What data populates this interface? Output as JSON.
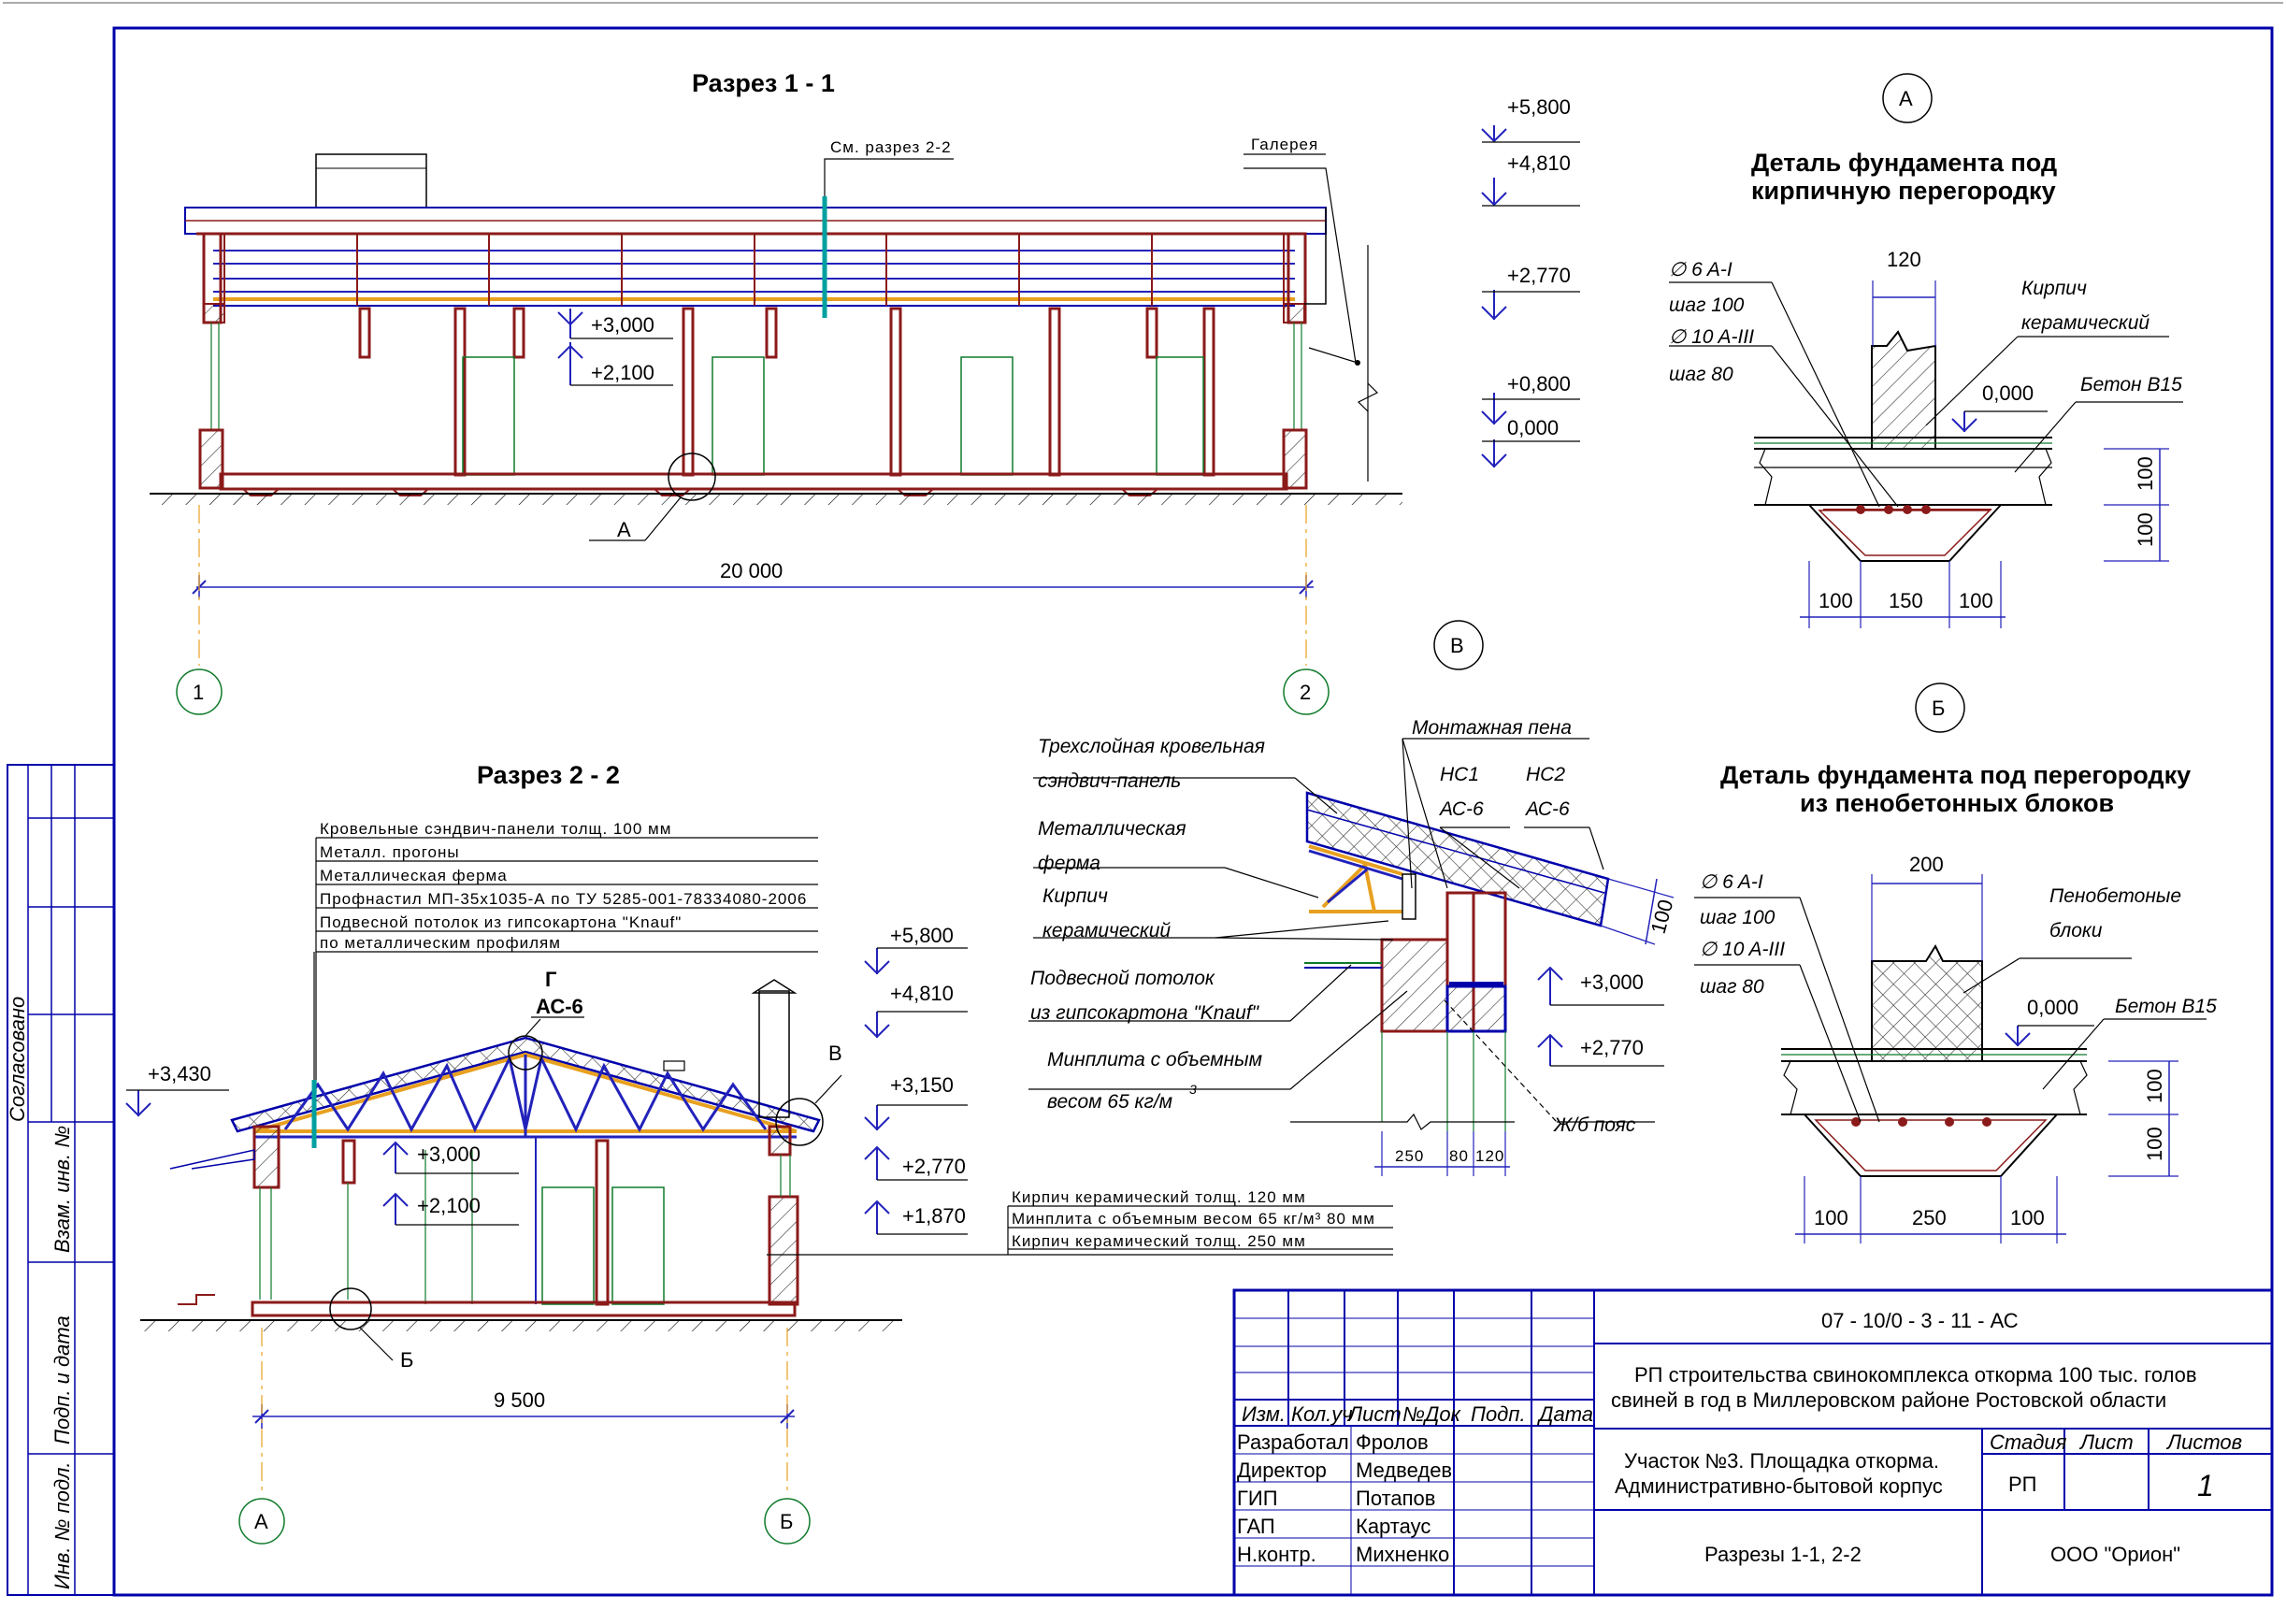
{
  "section_1": {
    "title": "Разрез 1 - 1",
    "see_section": "См. разрез 2-2",
    "gallery": "Галерея",
    "node_label": "А",
    "dimension": "20 000",
    "axes": [
      "1",
      "2"
    ],
    "inner_marks": [
      "+3,000",
      "+2,100"
    ],
    "levels": [
      "+5,800",
      "+4,810",
      "+2,770",
      "+0,800",
      "0,000"
    ]
  },
  "detail_a": {
    "marker": "А",
    "title_line1": "Деталь фундамента под",
    "title_line2": "кирпичную перегородку",
    "rebar1": "∅ 6 A-I",
    "step1": "шаг 100",
    "rebar2": "∅ 10 A-III",
    "step2": "шаг 80",
    "top_dim": "120",
    "material1_line1": "Кирпич",
    "material1_line2": "керамический",
    "material2": "Бетон В15",
    "level": "0,000",
    "vdim1": "100",
    "vdim2": "100",
    "bottom_dims": [
      "100",
      "150",
      "100"
    ]
  },
  "detail_b": {
    "marker": "Б",
    "title_line1": "Деталь фундамента под перегородку",
    "title_line2": "из пенобетонных блоков",
    "rebar1": "∅ 6 A-I",
    "step1": "шаг 100",
    "rebar2": "∅ 10 A-III",
    "step2": "шаг 80",
    "top_dim": "200",
    "material1_line1": "Пенобетоные",
    "material1_line2": "блоки",
    "material2": "Бетон В15",
    "level": "0,000",
    "vdim1": "100",
    "vdim2": "100",
    "bottom_dims": [
      "100",
      "250",
      "100"
    ]
  },
  "detail_v": {
    "marker": "В",
    "labels": [
      "Трехслойная кровельная",
      "сэндвич-панель",
      "Металлическая",
      "ферма",
      "Кирпич",
      "керамический",
      "Подвесной потолок",
      "из гипсокартона \"Knauf\"",
      "Минплита с объемным",
      "весом 65 кг/м"
    ],
    "superscript": "3",
    "foam": "Монтажная пена",
    "hc1": "НС1",
    "hc2": "НС2",
    "ac1": "АС-6",
    "ac2": "АС-6",
    "belt": "Ж/б пояс",
    "dim_slope": "100",
    "levels": [
      "+3,000",
      "+2,770"
    ],
    "bottom_dims": [
      "250",
      "80",
      "120"
    ]
  },
  "section_2": {
    "title": "Разрез 2 - 2",
    "roof_layers": [
      "Кровельные сэндвич-панели толщ. 100 мм",
      "Металл. прогоны",
      "Металлическая ферма",
      "Профнастил МП-35х1035-А по ТУ 5285-001-78334080-2006",
      "Подвесной потолок из гипсокартона \"Knauf\"",
      " по металлическим профилям"
    ],
    "node_g": "Г",
    "node_g_ref": "АС-6",
    "node_v": "В",
    "node_b": "Б",
    "left_level": "+3,430",
    "inner_marks": [
      "+3,000",
      "+2,100"
    ],
    "levels": [
      "+5,800",
      "+4,810",
      "+3,150",
      "+2,770",
      "+1,870"
    ],
    "wall_layers": [
      "Кирпич керамический толщ. 120 мм",
      "Минплита с объемным весом 65 кг/м³ 80 мм",
      "Кирпич керамический толщ. 250 мм"
    ],
    "dimension": "9 500",
    "axes": [
      "А",
      "Б"
    ]
  },
  "side_stamp": {
    "agreed": "Согласовано",
    "labels": [
      "Взам. инв. №",
      "Подп. и дата",
      "Инв. № подл."
    ]
  },
  "title_block": {
    "code": "07 - 10/0 - 3 - 11 - АС",
    "project_line1": "РП строительства свинокомплекса откорма 100 тыс. голов",
    "project_line2": "свиней в год в Миллеровском районе Ростовской области",
    "headers": [
      "Изм.",
      "Кол.уч",
      "Лист",
      "№Док",
      "Подп.",
      "Дата"
    ],
    "roles": [
      "Разработал",
      "Директор",
      "ГИП",
      "ГАП",
      "Н.контр."
    ],
    "names": [
      "Фролов",
      "Медведев",
      "Потапов",
      "Картаус",
      "Михненко"
    ],
    "object_line1": "Участок №3. Площадка откорма.",
    "object_line2": "Административно-бытовой корпус",
    "stage_header": "Стадия",
    "sheet_header": "Лист",
    "sheets_header": "Листов",
    "stage": "РП",
    "sheet": "",
    "sheets": "1",
    "drawing_name": "Разрезы 1-1, 2-2",
    "company": "ООО \"Орион\""
  },
  "colors": {
    "frame": "#0000aa",
    "wall": "#8b1a1a",
    "truss": "#e8a020",
    "dimension": "#2222bb",
    "axis": "#0e7a2a",
    "marker_line": "#00a0a0"
  }
}
